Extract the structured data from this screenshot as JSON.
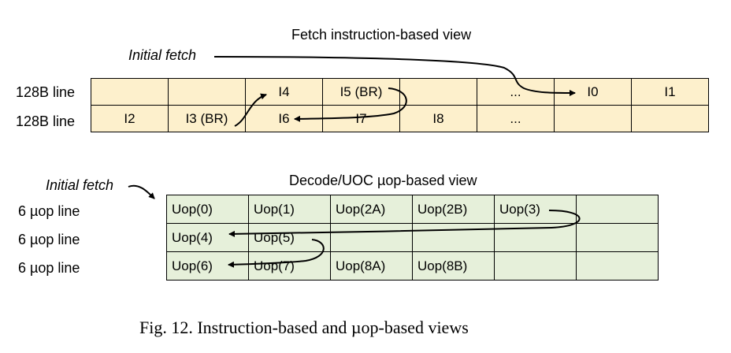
{
  "fetch_view": {
    "title": "Fetch instruction-based view",
    "initial_fetch": "Initial fetch",
    "row_labels": [
      "128B line",
      "128B line"
    ],
    "rows": [
      [
        "",
        "",
        "I4",
        "I5 (BR)",
        "",
        "...",
        "I0",
        "I1"
      ],
      [
        "I2",
        "I3 (BR)",
        "I6",
        "I7",
        "I8",
        "...",
        "",
        ""
      ]
    ]
  },
  "uop_view": {
    "title": "Decode/UOC µop-based view",
    "initial_fetch": "Initial fetch",
    "row_labels": [
      "6 µop line",
      "6 µop line",
      "6 µop line"
    ],
    "rows": [
      [
        "Uop(0)",
        "Uop(1)",
        "Uop(2A)",
        "Uop(2B)",
        "Uop(3)",
        ""
      ],
      [
        "Uop(4)",
        "Uop(5)",
        "",
        "",
        "",
        ""
      ],
      [
        "Uop(6)",
        "Uop(7)",
        "Uop(8A)",
        "Uop(8B)",
        "",
        ""
      ]
    ]
  },
  "caption": "Fig. 12.  Instruction-based and µop-based views",
  "colors": {
    "fetch_fill": "#fdf0cc",
    "uop_fill": "#e6f0da"
  }
}
